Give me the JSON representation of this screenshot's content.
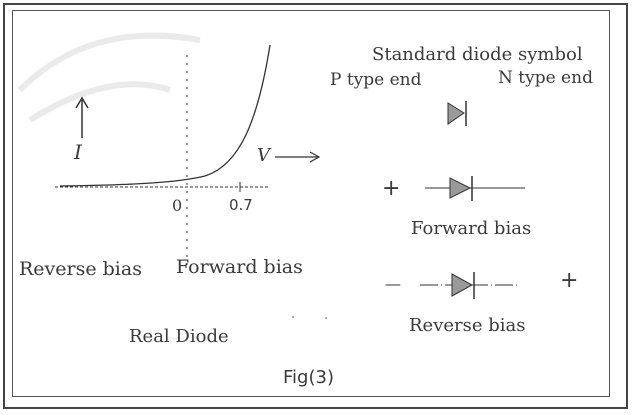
{
  "figure": {
    "caption": "Fig(3)",
    "graph": {
      "y_axis_label": "I",
      "x_axis_label": "V",
      "origin_label": "0",
      "threshold_label": "0.7",
      "left_region_label": "Reverse bias",
      "right_region_label": "Forward bias",
      "bottom_label": "Real Diode"
    },
    "symbols": {
      "title": "Standard diode symbol",
      "p_end_label": "P type end",
      "n_end_label": "N type end",
      "forward": {
        "plus": "+",
        "label": "Forward bias"
      },
      "reverse": {
        "minus": "—",
        "plus": "+",
        "label": "Reverse bias"
      }
    }
  },
  "colors": {
    "line": "#333333",
    "frame": "#444444",
    "diode_fill": "#9a9a9a"
  }
}
